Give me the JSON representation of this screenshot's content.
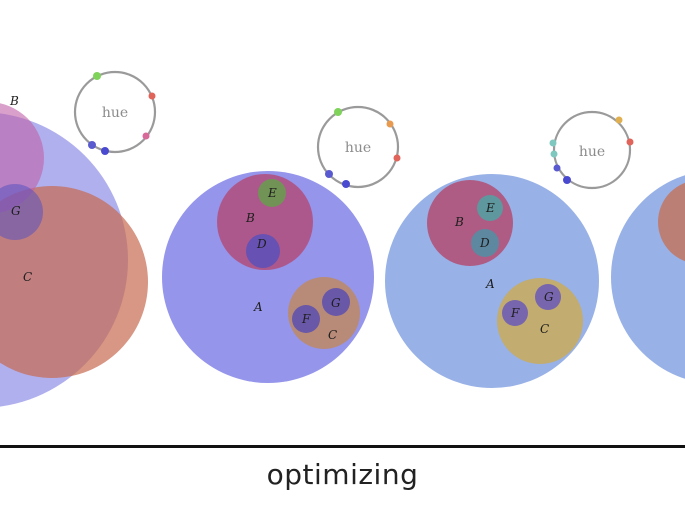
{
  "caption": "optimizing",
  "hue_label": "hue",
  "colors": {
    "stroke_ring": "#9a9a9a",
    "axis": "#111111"
  },
  "panels": [
    {
      "id": "p0",
      "hue_markers": [
        "#7fd35a",
        "#e0645a",
        "#d86a9a",
        "#5a5ad0",
        "#4a4ad0"
      ],
      "sets": [
        {
          "id": "A",
          "label": "",
          "color": "#7070e0"
        },
        {
          "id": "B",
          "label": "B",
          "color": "#c060a8"
        },
        {
          "id": "C",
          "label": "C",
          "color": "#c86a50"
        },
        {
          "id": "G",
          "label": "G",
          "color": "#5a52c0"
        }
      ]
    },
    {
      "id": "p1",
      "hue_markers": [
        "#7fd35a",
        "#e89a50",
        "#e0645a",
        "#5a5ad0",
        "#4a4ad0"
      ],
      "sets": [
        {
          "id": "A",
          "label": "A",
          "color": "#7b7be6"
        },
        {
          "id": "B",
          "label": "B",
          "color": "#b0507e"
        },
        {
          "id": "E",
          "label": "E",
          "color": "#6a9a50"
        },
        {
          "id": "D",
          "label": "D",
          "color": "#5a50b8"
        },
        {
          "id": "C",
          "label": "C",
          "color": "#b98a72"
        },
        {
          "id": "F",
          "label": "F",
          "color": "#5a4eb0"
        },
        {
          "id": "G",
          "label": "G",
          "color": "#5a4eb0"
        }
      ]
    },
    {
      "id": "p2",
      "hue_markers": [
        "#e0b050",
        "#e0645a",
        "#7fc8c0",
        "#7fc8c0",
        "#5a5ad0",
        "#4a4ad0"
      ],
      "sets": [
        {
          "id": "A",
          "label": "A",
          "color": "#8aa6e2"
        },
        {
          "id": "B",
          "label": "B",
          "color": "#b05076"
        },
        {
          "id": "E",
          "label": "E",
          "color": "#5a9a9e"
        },
        {
          "id": "D",
          "label": "D",
          "color": "#5a8aa0"
        },
        {
          "id": "C",
          "label": "C",
          "color": "#c4ac68"
        },
        {
          "id": "F",
          "label": "F",
          "color": "#6a58b8"
        },
        {
          "id": "G",
          "label": "G",
          "color": "#6a58b8"
        }
      ]
    },
    {
      "id": "p3",
      "hue_markers": [],
      "sets": [
        {
          "id": "A",
          "label": "",
          "color": "#8aa6e2"
        },
        {
          "id": "B",
          "label": "",
          "color": "#c07a68"
        }
      ]
    }
  ]
}
